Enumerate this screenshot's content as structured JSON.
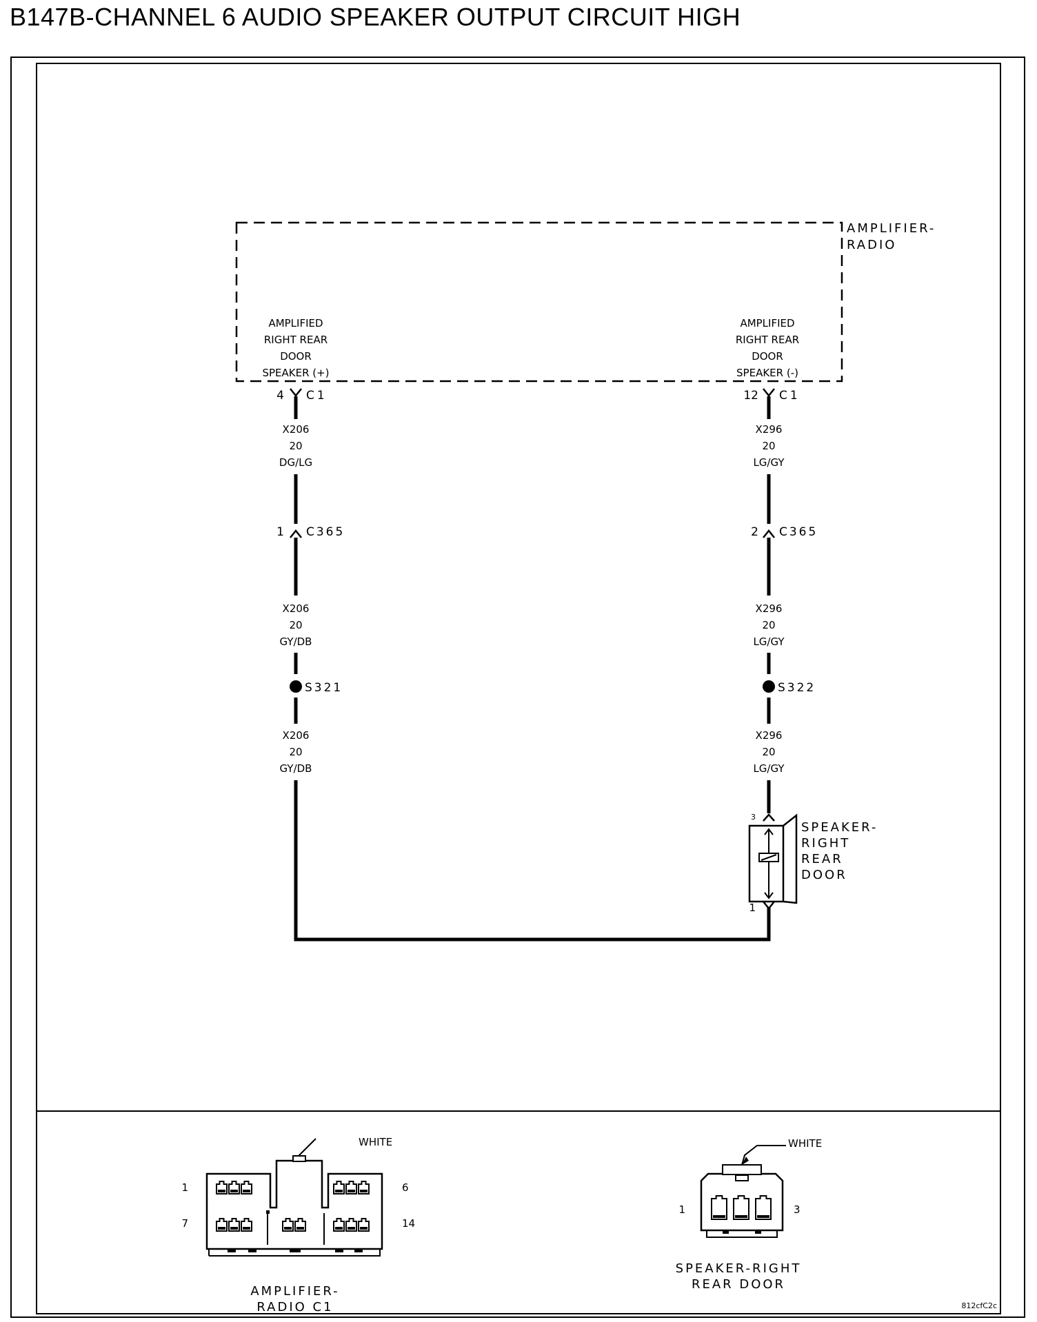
{
  "title": "B147B-CHANNEL 6 AUDIO SPEAKER OUTPUT CIRCUIT HIGH",
  "module": {
    "name_line1": "AMPLIFIER-",
    "name_line2": "RADIO",
    "pin_left": {
      "l1": "AMPLIFIED",
      "l2": "RIGHT REAR",
      "l3": "DOOR",
      "l4": "SPEAKER (+)",
      "pin": "4",
      "connector": "C1"
    },
    "pin_right": {
      "l1": "AMPLIFIED",
      "l2": "RIGHT REAR",
      "l3": "DOOR",
      "l4": "SPEAKER (-)",
      "pin": "12",
      "connector": "C1"
    }
  },
  "left_wire": {
    "seg1": {
      "circuit": "X206",
      "gauge": "20",
      "color": "DG/LG"
    },
    "connector": {
      "pin": "1",
      "name": "C365"
    },
    "seg2": {
      "circuit": "X206",
      "gauge": "20",
      "color": "GY/DB"
    },
    "splice": "S321",
    "seg3": {
      "circuit": "X206",
      "gauge": "20",
      "color": "GY/DB"
    }
  },
  "right_wire": {
    "seg1": {
      "circuit": "X296",
      "gauge": "20",
      "color": "LG/GY"
    },
    "connector": {
      "pin": "2",
      "name": "C365"
    },
    "seg2": {
      "circuit": "X296",
      "gauge": "20",
      "color": "LG/GY"
    },
    "splice": "S322",
    "seg3": {
      "circuit": "X296",
      "gauge": "20",
      "color": "LG/GY"
    }
  },
  "speaker": {
    "l1": "SPEAKER-",
    "l2": "RIGHT",
    "l3": "REAR",
    "l4": "DOOR",
    "pin_top": "3",
    "pin_bottom": "1"
  },
  "connector_views": {
    "amp": {
      "color_label": "WHITE",
      "pin_tl": "1",
      "pin_tr": "6",
      "pin_bl": "7",
      "pin_br": "14",
      "name_l1": "AMPLIFIER-",
      "name_l2": "RADIO C1"
    },
    "spk": {
      "color_label": "WHITE",
      "pin_l": "1",
      "pin_r": "3",
      "name_l1": "SPEAKER-RIGHT",
      "name_l2": "REAR DOOR"
    }
  },
  "figure_id": "812cfC2c"
}
